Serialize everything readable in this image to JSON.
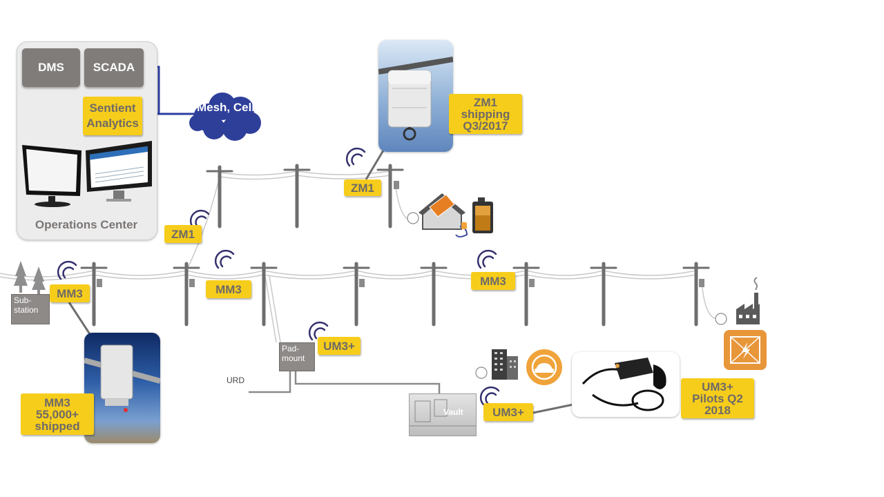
{
  "operations_center": {
    "dms_label": "DMS",
    "scada_label": "SCADA",
    "analytics_label": "Sentient Analytics",
    "title": "Operations Center"
  },
  "network": {
    "cloud_label": "Mesh, Cell"
  },
  "sensors": {
    "zm1_upper": "ZM1",
    "zm1_left": "ZM1",
    "mm3_substation": "MM3",
    "mm3_mid": "MM3",
    "mm3_right": "MM3",
    "um3_padmount": "UM3+",
    "um3_vault": "UM3+"
  },
  "callouts": {
    "zm1": "ZM1 shipping Q3/2017",
    "mm3": "MM3 55,000+ shipped",
    "um3": "UM3+ Pilots Q2 2018"
  },
  "labels": {
    "substation": "Sub-station",
    "padmount": "Pad-mount",
    "urd": "URD",
    "vault": "Vault"
  },
  "colors": {
    "tag_yellow": "#f7cd1c",
    "cloud_blue": "#2e3f9a",
    "link_blue": "#2b3d9f",
    "gray_box": "#807c7a",
    "orange_icon": "#f0a33a"
  }
}
